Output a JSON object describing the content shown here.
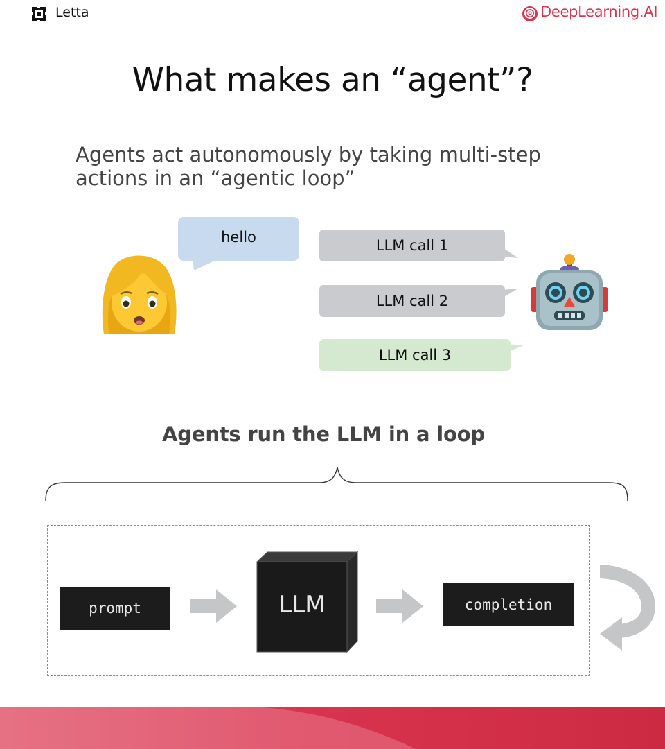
{
  "header": {
    "brand_left": "Letta",
    "brand_right": "DeepLearning.AI",
    "brand_left_icon": "letta-logo-icon",
    "brand_right_icon": "deeplearning-logo-icon"
  },
  "title": "What makes an “agent”?",
  "subtitle": "Agents act autonomously by taking multi-step actions in an “agentic loop”",
  "conversation": {
    "user_message": "hello",
    "user_avatar": "woman-emoji-icon",
    "agent_avatar": "robot-emoji-icon",
    "llm_calls": [
      "LLM call 1",
      "LLM call 2",
      "LLM call 3"
    ]
  },
  "loop": {
    "title": "Agents run the LLM in a loop",
    "prompt_label": "prompt",
    "model_label": "LLM",
    "completion_label": "completion"
  },
  "colors": {
    "brand_red": "#e0314b",
    "user_bubble": "#c8dbee",
    "llm_bubble_gray": "#c9cbcf",
    "llm_bubble_green": "#d5e9d1",
    "dark_box": "#1c1c1c",
    "arrow_gray": "#c4c6c8"
  }
}
